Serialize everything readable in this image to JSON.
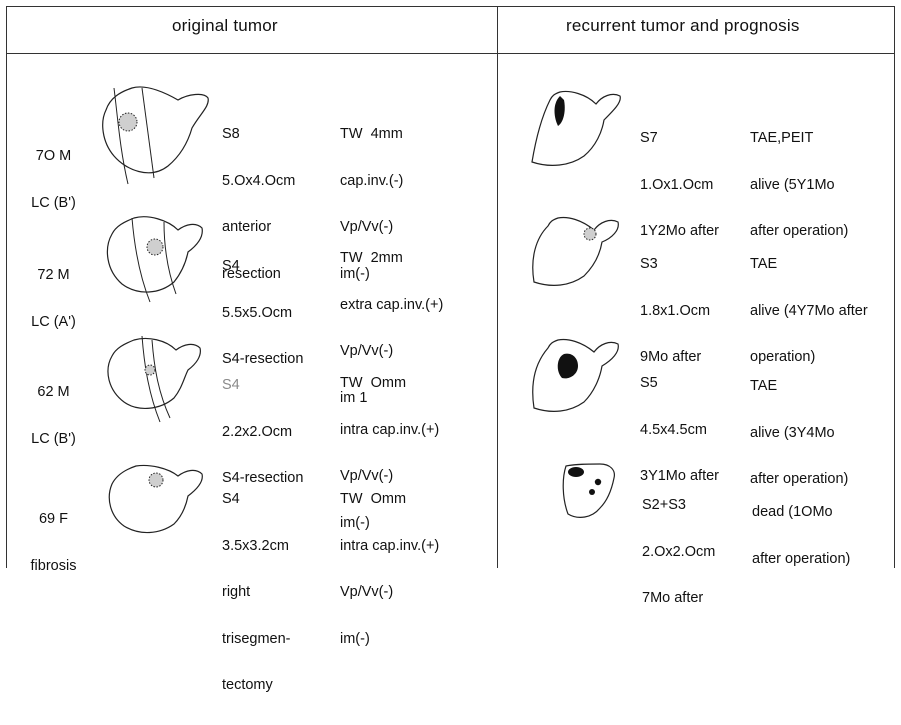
{
  "headers": {
    "original": "original  tumor",
    "recurrent": "recurrent tumor and prognosis"
  },
  "cases": [
    {
      "patient": [
        "7O M",
        "LC (B')"
      ],
      "orig_location": "S8",
      "orig_details": [
        "5.Ox4.Ocm",
        "anterior",
        "resection"
      ],
      "pathology": [
        "TW  4mm",
        "cap.inv.(-)",
        "Vp/Vv(-)",
        "im(-)"
      ],
      "rec_location": "S7",
      "rec_details": [
        "1.Ox1.Ocm",
        "1Y2Mo after"
      ],
      "prognosis": [
        "TAE,PEIT",
        "alive (5Y1Mo",
        "after operation)"
      ]
    },
    {
      "patient": [
        "72 M",
        "LC (A')"
      ],
      "orig_location": "S4",
      "orig_details": [
        "5.5x5.Ocm",
        "S4-resection"
      ],
      "pathology": [
        "TW  2mm",
        "extra cap.inv.(+)",
        "Vp/Vv(-)",
        "im 1"
      ],
      "rec_location": "S3",
      "rec_details": [
        "1.8x1.Ocm",
        "9Mo after"
      ],
      "prognosis": [
        "TAE",
        "alive (4Y7Mo after",
        "operation)"
      ]
    },
    {
      "patient": [
        "62 M",
        "LC (B')"
      ],
      "orig_location": "S4",
      "orig_details": [
        "2.2x2.Ocm",
        "S4-resection"
      ],
      "pathology": [
        "TW  Omm",
        "intra cap.inv.(+)",
        "Vp/Vv(-)",
        "im(-)"
      ],
      "rec_location": "S5",
      "rec_details": [
        "4.5x4.5cm",
        "3Y1Mo after"
      ],
      "prognosis": [
        "TAE",
        "alive (3Y4Mo",
        "after operation)"
      ]
    },
    {
      "patient": [
        "69 F",
        "fibrosis"
      ],
      "orig_location": "S4",
      "orig_details": [
        "3.5x3.2cm",
        "right",
        "trisegmen-",
        "tectomy"
      ],
      "pathology": [
        "TW  Omm",
        "intra cap.inv.(+)",
        "Vp/Vv(-)",
        "im(-)"
      ],
      "rec_location": "S2+S3",
      "rec_details": [
        "2.Ox2.Ocm",
        "7Mo after"
      ],
      "prognosis": [
        "dead (1OMo",
        "after operation)"
      ]
    }
  ]
}
